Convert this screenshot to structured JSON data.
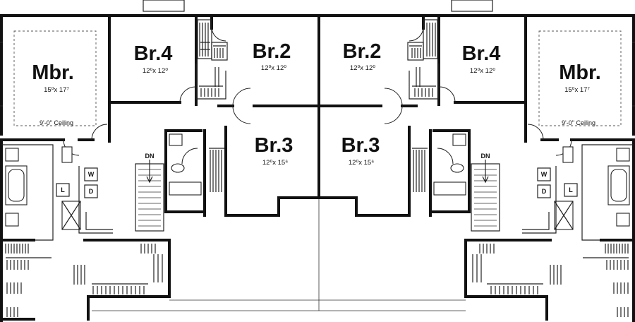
{
  "rooms": {
    "left": {
      "mbr": {
        "name": "Mbr.",
        "dim": "15⁰x 17⁷",
        "ceiling": "9'-0\" Ceiling"
      },
      "br4": {
        "name": "Br.4",
        "dim": "12⁰x 12⁰"
      },
      "br2": {
        "name": "Br.2",
        "dim": "12⁰x 12⁰"
      },
      "br3": {
        "name": "Br.3",
        "dim": "12⁰x 15⁶"
      }
    },
    "right": {
      "mbr": {
        "name": "Mbr.",
        "dim": "15⁰x 17⁷",
        "ceiling": "9'-0\" Ceiling"
      },
      "br4": {
        "name": "Br.4",
        "dim": "12⁰x 12⁰"
      },
      "br2": {
        "name": "Br.2",
        "dim": "12⁰x 12⁰"
      },
      "br3": {
        "name": "Br.3",
        "dim": "12⁰x 15⁶"
      }
    }
  },
  "labels": {
    "stair_dn": "DN",
    "washer": "W",
    "dryer": "D",
    "linen": "L"
  }
}
